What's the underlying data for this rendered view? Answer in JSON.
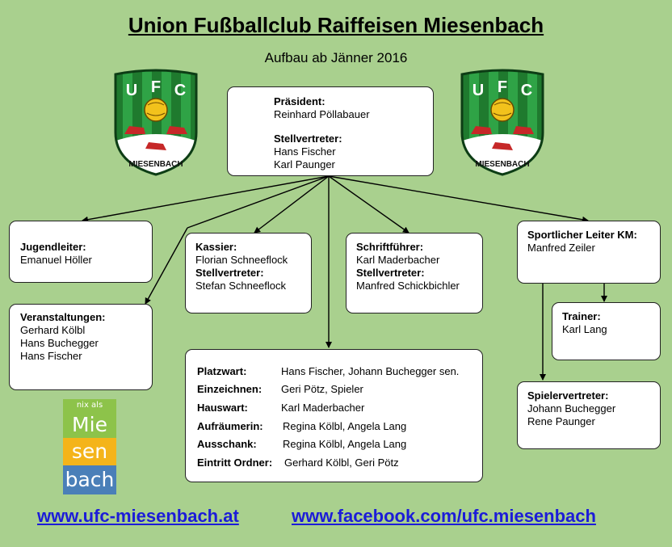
{
  "header": {
    "title": "Union Fußballclub Raiffeisen Miesenbach",
    "subtitle": "Aufbau ab Jänner 2016"
  },
  "crest": {
    "letters": [
      "U",
      "F",
      "C"
    ],
    "name": "MIESENBACH",
    "colors": {
      "green_dark": "#1f7a2e",
      "green_light": "#2fa346",
      "ball": "#f2c21c",
      "shoe": "#c62828"
    }
  },
  "president": {
    "label": "Präsident:",
    "name": "Reinhard Pöllabauer",
    "deputy_label": "Stellvertreter:",
    "deputies": [
      "Hans Fischer",
      "Karl Paunger"
    ]
  },
  "youth": {
    "label": "Jugendleiter:",
    "name": "Emanuel Höller"
  },
  "events": {
    "label": "Veranstaltungen:",
    "names": [
      "Gerhard Kölbl",
      "Hans Buchegger",
      "Hans Fischer"
    ]
  },
  "treasurer": {
    "label": "Kassier:",
    "name": "Florian Schneeflock",
    "deputy_label": "Stellvertreter:",
    "deputy": "Stefan Schneeflock"
  },
  "secretary": {
    "label": "Schriftführer:",
    "name": "Karl Maderbacher",
    "deputy_label": "Stellvertreter:",
    "deputy": "Manfred Schickbichler"
  },
  "sports": {
    "label": "Sportlicher Leiter KM:",
    "name": "Manfred Zeiler"
  },
  "trainer": {
    "label": "Trainer:",
    "name": "Karl Lang"
  },
  "players": {
    "label": "Spielervertreter:",
    "names": [
      "Johann Buchegger",
      "Rene Paunger"
    ]
  },
  "staff": [
    {
      "label": "Platzwart:",
      "value": "Hans Fischer, Johann Buchegger sen."
    },
    {
      "label": "Einzeichnen:",
      "value": "Geri Pötz, Spieler"
    },
    {
      "label": "Hauswart:",
      "value": "Karl Maderbacher"
    },
    {
      "label": "Aufräumerin:",
      "value": "Regina Kölbl, Angela Lang"
    },
    {
      "label": "Ausschank:",
      "value": "Regina Kölbl, Angela Lang"
    },
    {
      "label": "Eintritt Ordner:",
      "value": "Gerhard Kölbl, Geri Pötz"
    }
  ],
  "logo_miesenbach": {
    "top": "nix als",
    "syllables": [
      "Mie",
      "sen",
      "bach"
    ]
  },
  "links": {
    "website": "www.ufc-miesenbach.at",
    "facebook": "www.facebook.com/ufc.miesenbach"
  }
}
